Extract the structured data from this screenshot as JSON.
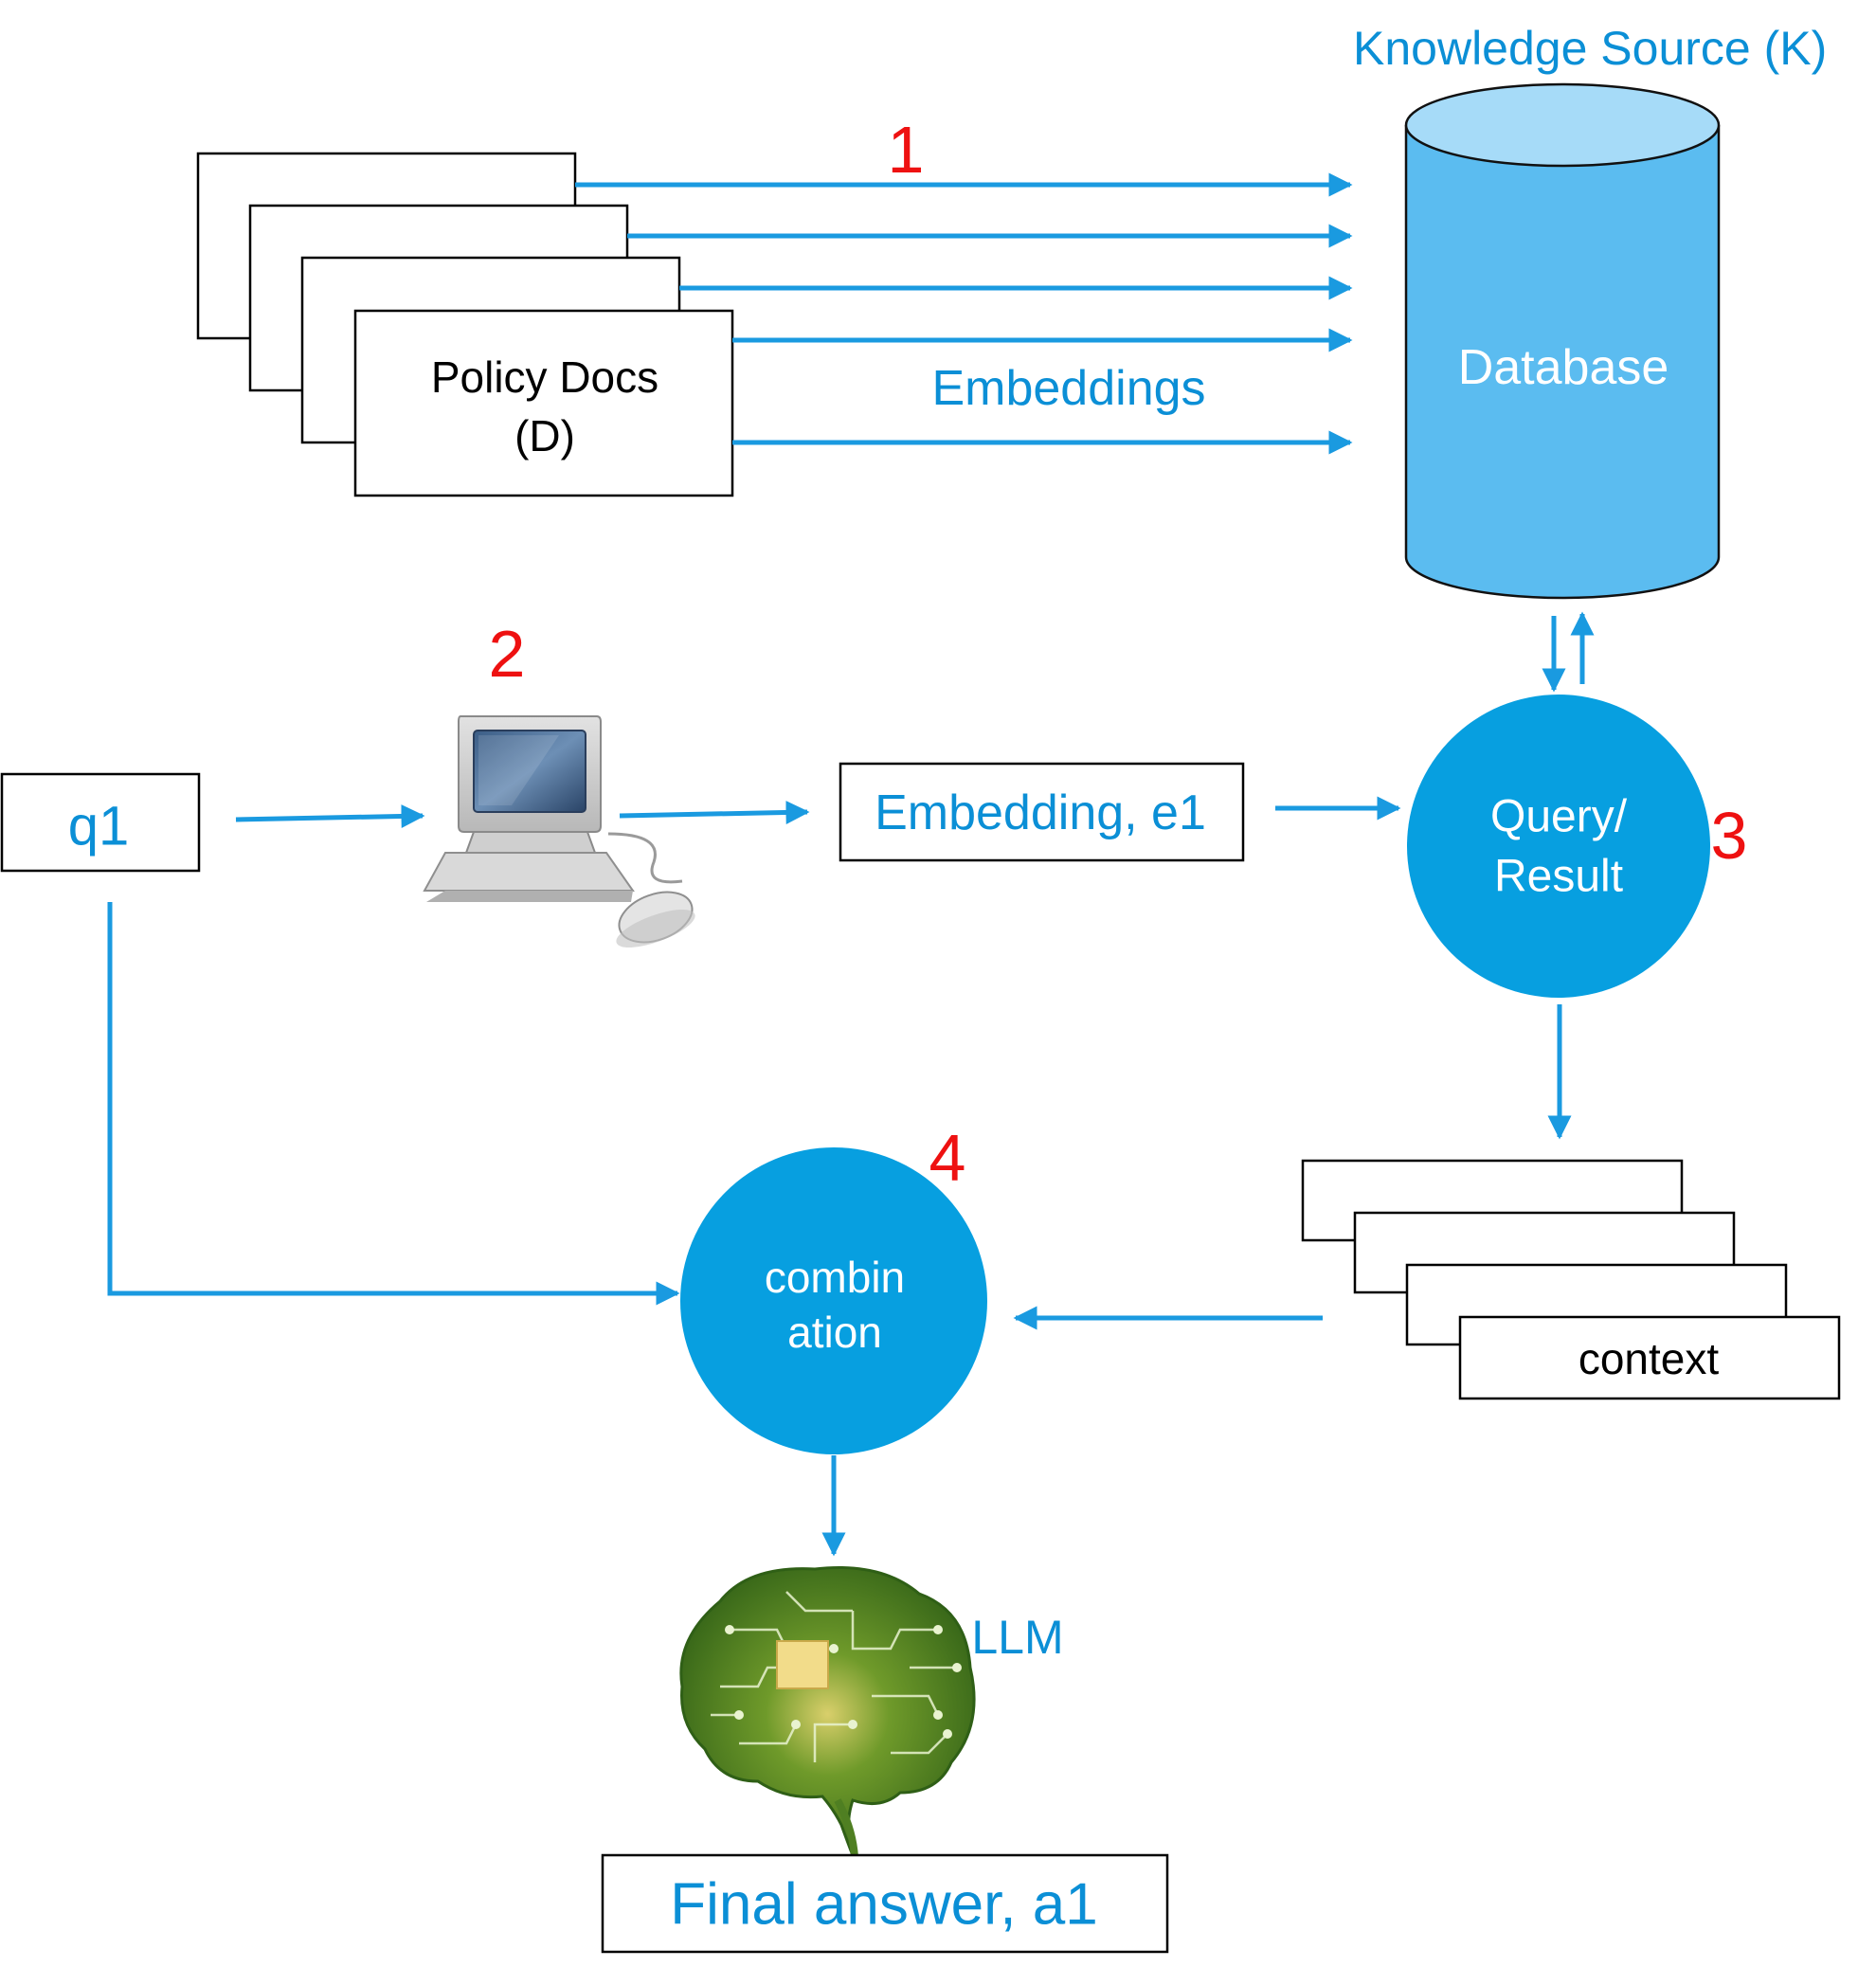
{
  "title": "Knowledge Source (K)",
  "docs_label_line1": "Policy Docs",
  "docs_label_line2": "(D)",
  "embeddings_label": "Embeddings",
  "database_label": "Database",
  "query_input": "q1",
  "embedding_box": "Embedding, e1",
  "query_node_line1": "Query/",
  "query_node_line2": "Result",
  "context_label": "context",
  "combination_line1": "combin",
  "combination_line2": "ation",
  "llm_label": "LLM",
  "final_answer": "Final answer, a1",
  "step_numbers": [
    "1",
    "2",
    "3",
    "4"
  ],
  "icons": {
    "computer": "computer-icon",
    "brain": "brain-circuit-icon",
    "database": "database-cylinder-icon"
  },
  "colors": {
    "accent": "#0b8fd6",
    "arrow": "#1a9ae0",
    "database_fill": "#5bbcf0",
    "database_top": "#a6dbf8",
    "node_fill": "#079fe0",
    "step_number": "#ee1111"
  }
}
